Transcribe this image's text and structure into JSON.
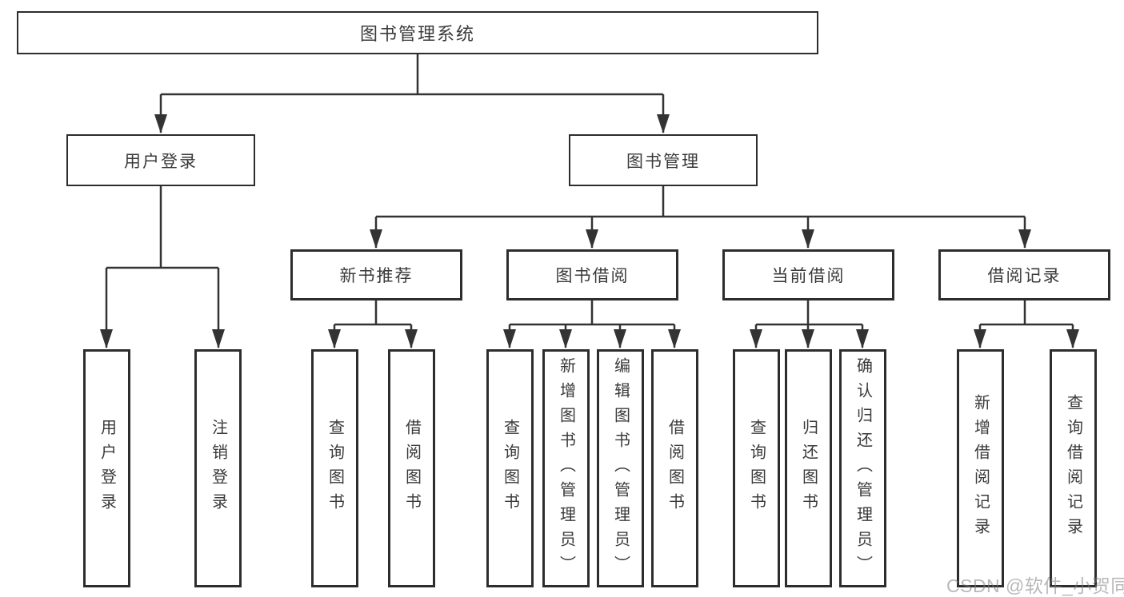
{
  "watermark": "CSDN @软件_小贺同学",
  "colors": {
    "line": "#333333",
    "box_border": "#2d2d2d",
    "box_fill": "#ffffff",
    "text": "#3a3a3a",
    "background": "#ffffff",
    "watermark": "#b7b7b7"
  },
  "tree": {
    "label": "图书管理系统",
    "children": [
      {
        "label": "用户登录",
        "children": [
          {
            "label": "用户登录"
          },
          {
            "label": "注销登录"
          }
        ]
      },
      {
        "label": "图书管理",
        "children": [
          {
            "label": "新书推荐",
            "children": [
              {
                "label": "查询图书"
              },
              {
                "label": "借阅图书"
              }
            ]
          },
          {
            "label": "图书借阅",
            "children": [
              {
                "label": "查询图书"
              },
              {
                "label": "新增图书（管理员）"
              },
              {
                "label": "编辑图书（管理员）"
              },
              {
                "label": "借阅图书"
              }
            ]
          },
          {
            "label": "当前借阅",
            "children": [
              {
                "label": "查询图书"
              },
              {
                "label": "归还图书"
              },
              {
                "label": "确认归还（管理员）"
              }
            ]
          },
          {
            "label": "借阅记录",
            "children": [
              {
                "label": "新增借阅记录"
              },
              {
                "label": "查询借阅记录"
              }
            ]
          }
        ]
      }
    ]
  }
}
